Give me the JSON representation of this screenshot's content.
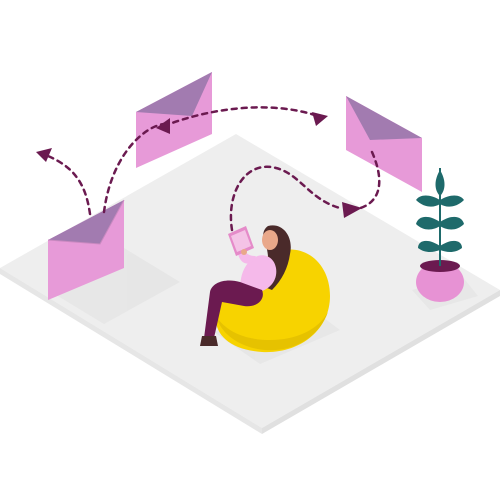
{
  "scene": {
    "description_visible_text": "",
    "elements": {
      "floor": "floor-platform",
      "envelopes": [
        "envelope-left",
        "envelope-top-center",
        "envelope-right"
      ],
      "person": "woman-reading-tablet",
      "seat": "bean-bag-chair",
      "plant": "potted-plant",
      "arrows": [
        "arrow-left-up",
        "arrow-center-loop",
        "arrow-top-left",
        "arrow-right-down"
      ]
    }
  },
  "colors": {
    "floor": "#eeeeee",
    "floor_edge": "#e4e4e4",
    "envelope_front": "#e79ad8",
    "envelope_flap": "#a27bb0",
    "envelope_side": "#d68cc8",
    "arrow": "#6b1a50",
    "beanbag": "#f7d300",
    "beanbag_shadow": "#e8c000",
    "pants": "#6b1a50",
    "shirt": "#f5b9ea",
    "hair": "#4a2a2a",
    "skin": "#e9a88a",
    "tablet": "#e58bc9",
    "pot": "#e792d4",
    "leaf": "#1e6a6b",
    "shadow": "#dedede"
  }
}
